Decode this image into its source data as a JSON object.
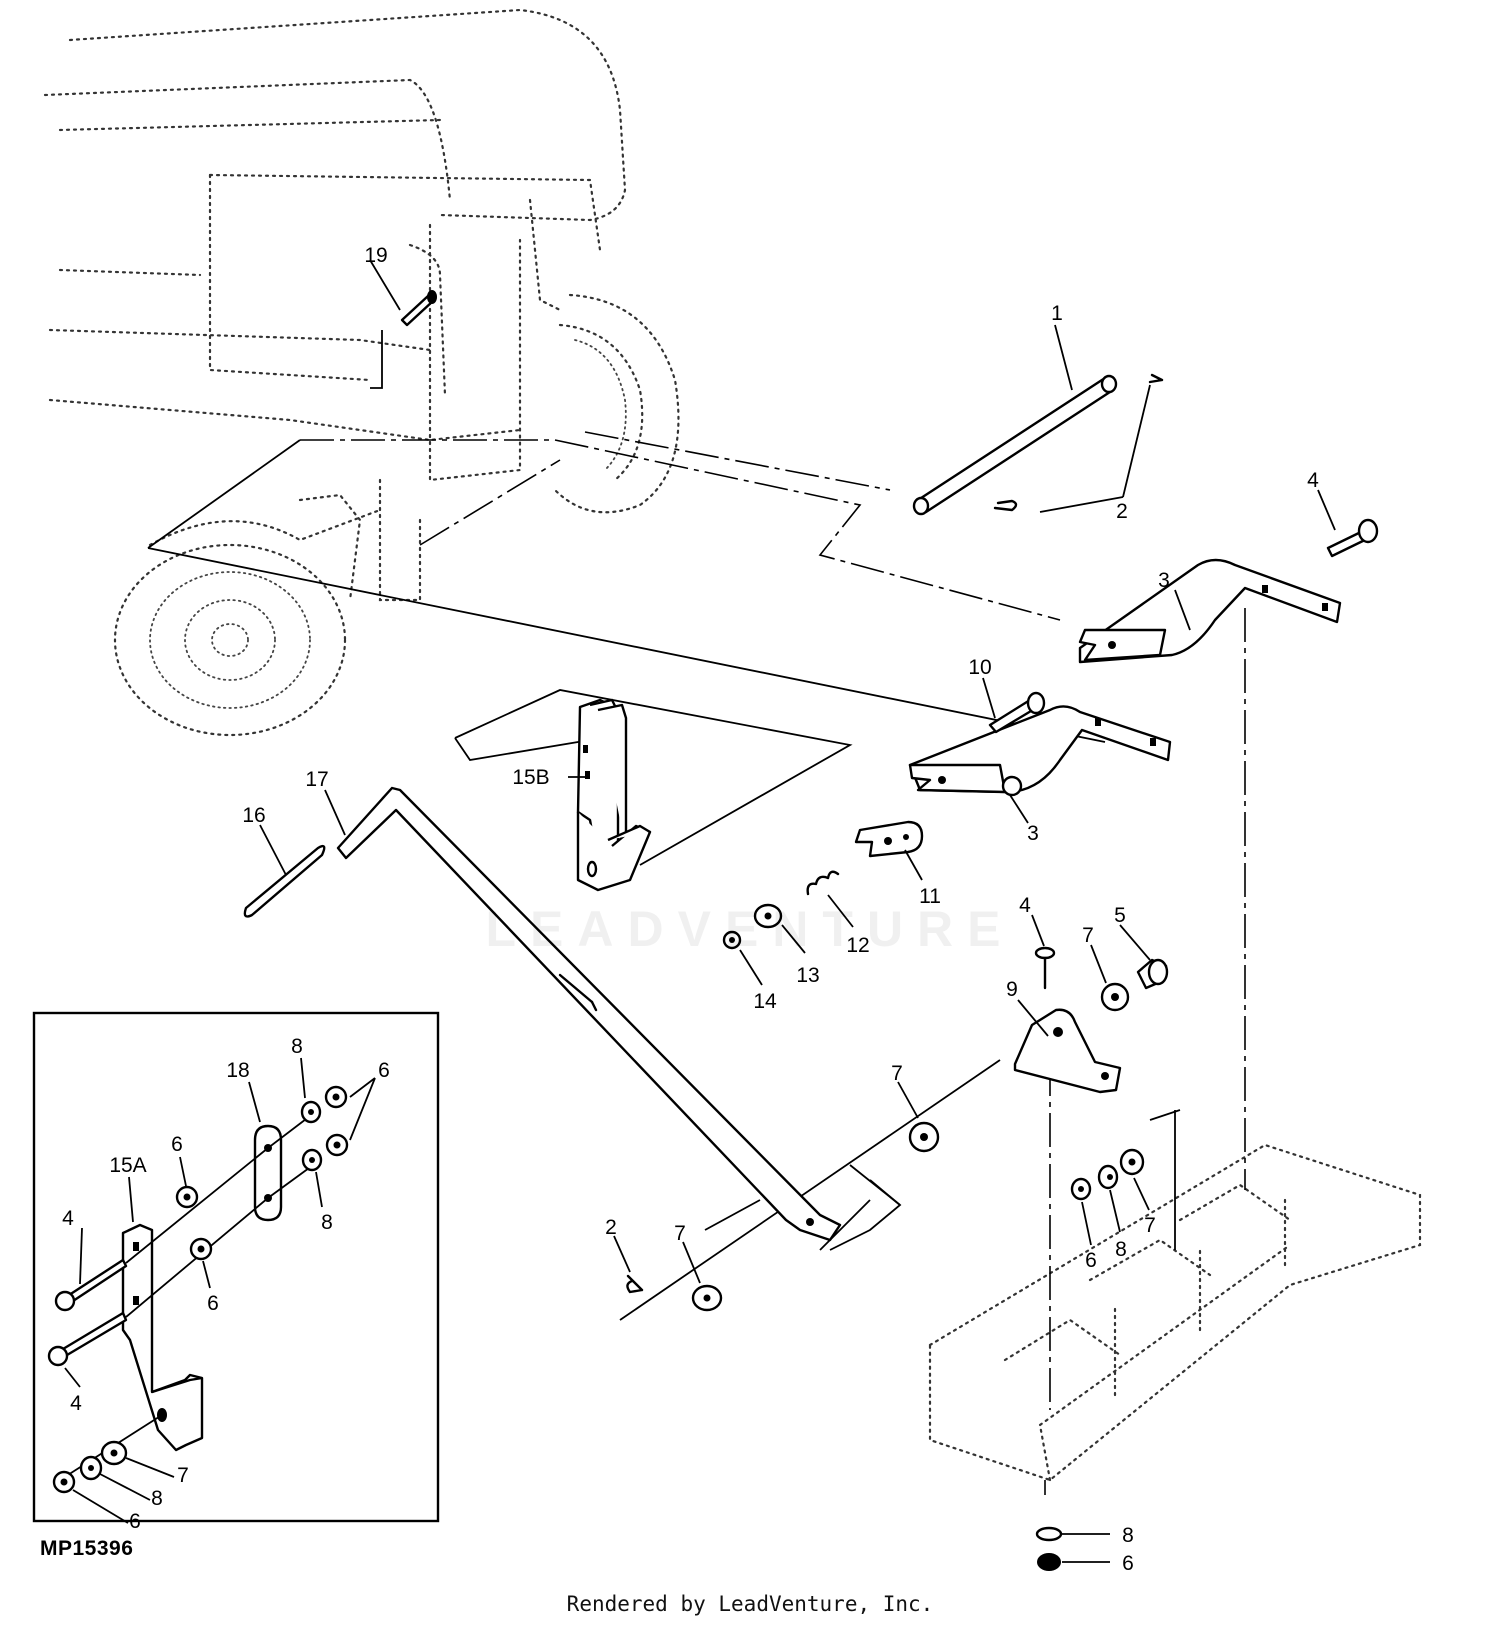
{
  "diagram": {
    "code": "MP15396",
    "footer": "Rendered by LeadVenture, Inc.",
    "watermark": "LEADVENTURE"
  },
  "callouts": {
    "c1": "1",
    "c2a": "2",
    "c3a": "3",
    "c4a": "4",
    "c10": "10",
    "c3b": "3",
    "c11": "11",
    "c12": "12",
    "c13": "13",
    "c14": "14",
    "c15b": "15B",
    "c16": "16",
    "c17": "17",
    "c19": "19",
    "c4b": "4",
    "c7a": "7",
    "c5": "5",
    "c9": "9",
    "c7b": "7",
    "c2b": "2",
    "c7c": "7",
    "c6a": "6",
    "c8a": "8",
    "c7d": "7",
    "c8b": "8",
    "c6b": "6"
  },
  "inset": {
    "c8a": "8",
    "c18": "18",
    "c6a": "6",
    "c6b": "6",
    "c15a": "15A",
    "c4a": "4",
    "c8b": "8",
    "c6c": "6",
    "c4b": "4",
    "c7": "7",
    "c8c": "8",
    "c6d": "6"
  }
}
